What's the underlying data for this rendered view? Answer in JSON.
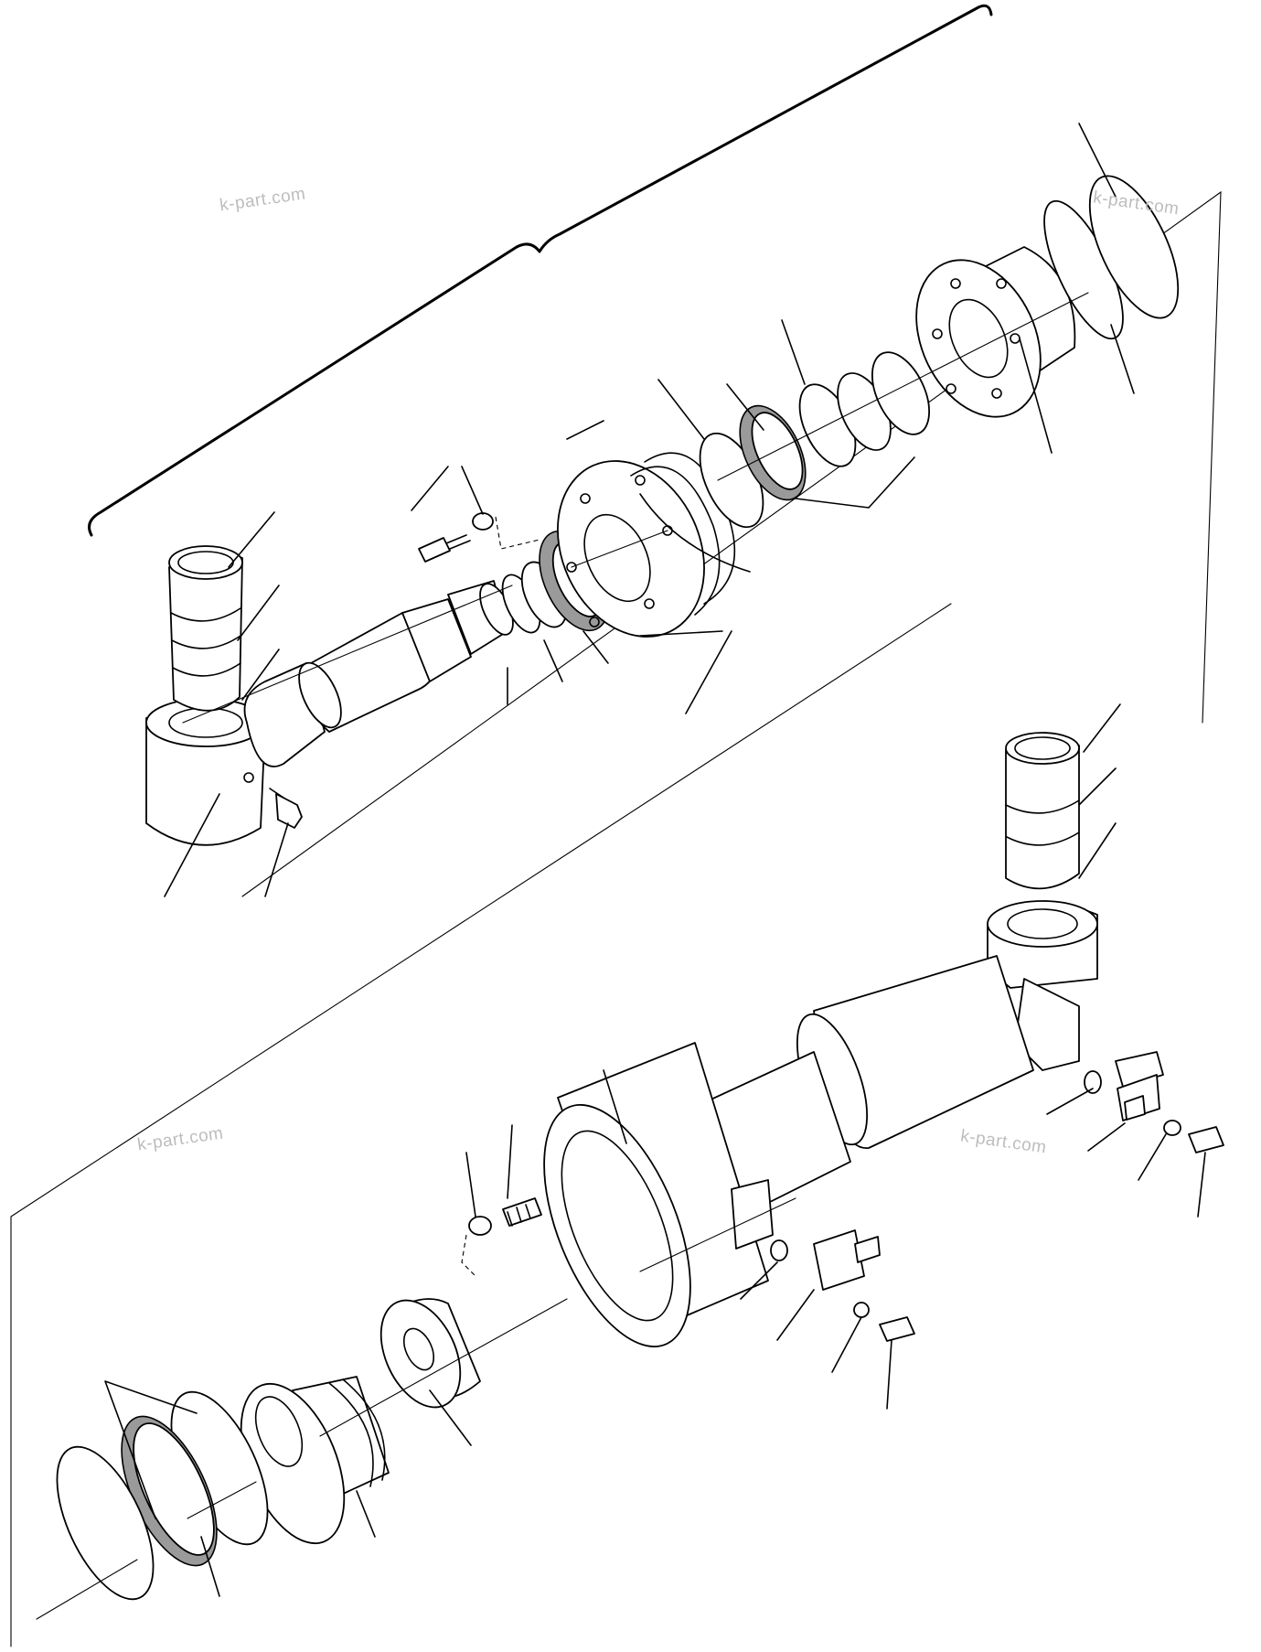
{
  "diagram": {
    "kind": "exploded parts drawing",
    "colors": {
      "line": "#000000",
      "background": "#ffffff",
      "watermark": "#bdbdbd",
      "knurl_fill": "#9a9a9a"
    }
  },
  "watermarks": [
    {
      "id": "wm1",
      "text": "k-part.com"
    },
    {
      "id": "wm2",
      "text": "k-part.com"
    },
    {
      "id": "wm3",
      "text": "k-part.com"
    },
    {
      "id": "wm4",
      "text": "k-part.com"
    }
  ]
}
